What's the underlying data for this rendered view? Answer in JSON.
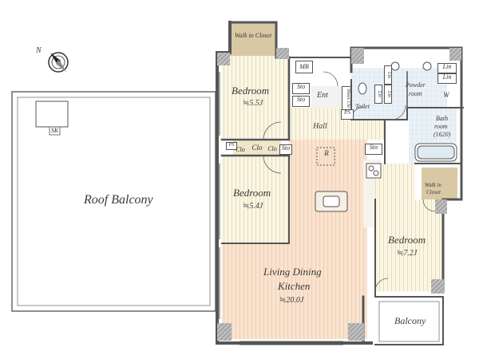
{
  "compass": {
    "north_label": "N"
  },
  "rooms": {
    "roof_balcony": {
      "label": "Roof Balcony"
    },
    "skylight": {
      "label": "SK"
    },
    "walk_in_closet_top": {
      "label": "Walk in Closet"
    },
    "bedroom_1": {
      "label": "Bedroom",
      "area": "≒5.5J"
    },
    "bedroom_2": {
      "label": "Bedroom",
      "area": "≒5.4J"
    },
    "bedroom_3": {
      "label": "Bedroom",
      "area": "≒7.2J"
    },
    "ldk": {
      "label_line1": "Living Dining",
      "label_line2": "Kitchen",
      "area": "≒20.0J"
    },
    "balcony": {
      "label": "Balcony"
    },
    "hall": {
      "label": "Hall"
    },
    "entrance": {
      "label": "Ent"
    },
    "toilet": {
      "label": "Toilet"
    },
    "powder_room": {
      "label_line1": "Powder",
      "label_line2": "room"
    },
    "bath_room": {
      "label_line1": "Bath",
      "label_line2": "room",
      "label_line3": "(1620)"
    },
    "walk_in_closet_right": {
      "label_line1": "Walk in",
      "label_line2": "Closet"
    }
  },
  "fixtures": {
    "mb": "MB",
    "sto_1": "Sto",
    "sto_2": "Sto",
    "sto_hall": "Sto",
    "sto_small": "Sto",
    "shoes_clo": "Shoes Clo",
    "ps_1": "PS",
    "ps_2": "PS",
    "clo_1": "Clo",
    "clo_2": "Clo",
    "clo_3": "Clo",
    "lin_1": "Lin",
    "lin_2": "Lin",
    "lin_3": "Lin",
    "lin_4": "Lin",
    "lin_5": "Lin",
    "w": "W",
    "r": "R"
  },
  "colors": {
    "wall": "#5c5c5c",
    "wall_hatch": "#9a9a9a",
    "bedroom_floor": "#fbf6e4",
    "floor_stripe": "#e9dfbd",
    "ldk_floor": "#f9e3cf",
    "ldk_stripe": "#eecdb0",
    "wet_floor": "#e9f2f7",
    "wet_tile": "#c3d5df",
    "closet_tan": "#d9c8a4",
    "balcony_line": "#6b6b6b"
  }
}
